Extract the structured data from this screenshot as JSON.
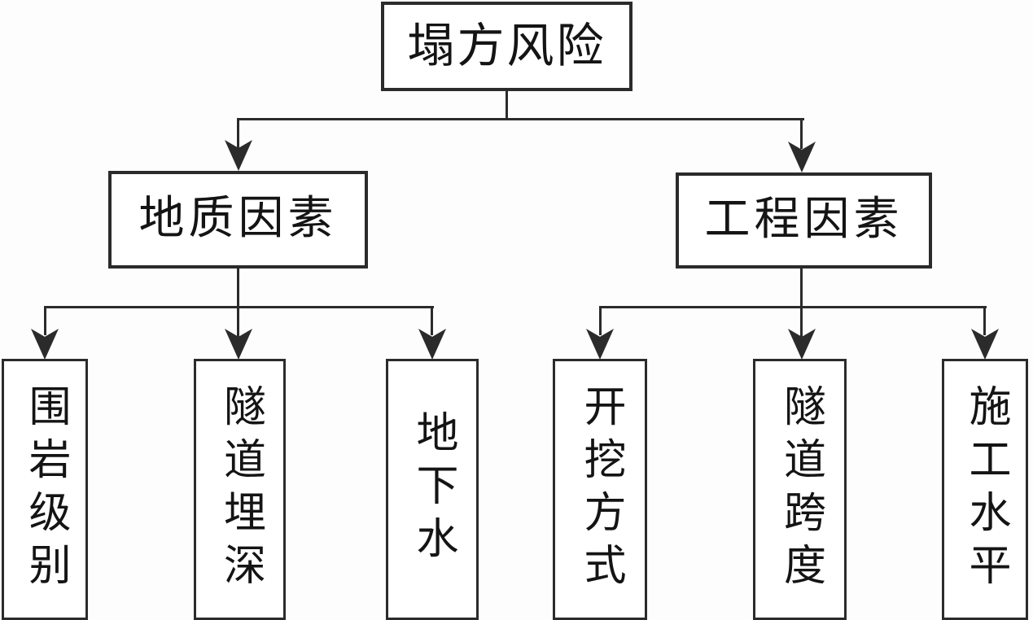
{
  "figure": {
    "type": "hierarchy-diagram",
    "root": {
      "label": "塌方风险"
    },
    "branches": [
      {
        "label": "地质因素",
        "children": [
          {
            "label": "围岩级别"
          },
          {
            "label": "隧道埋深"
          },
          {
            "label": "地下水"
          }
        ]
      },
      {
        "label": "工程因素",
        "children": [
          {
            "label": "开挖方式"
          },
          {
            "label": "隧道跨度"
          },
          {
            "label": "施工水平"
          }
        ]
      }
    ]
  },
  "colors": {
    "line": "#2b2b2b",
    "text": "#141414",
    "node_background": "#ffffff",
    "page_background": "#fdfdfd"
  }
}
